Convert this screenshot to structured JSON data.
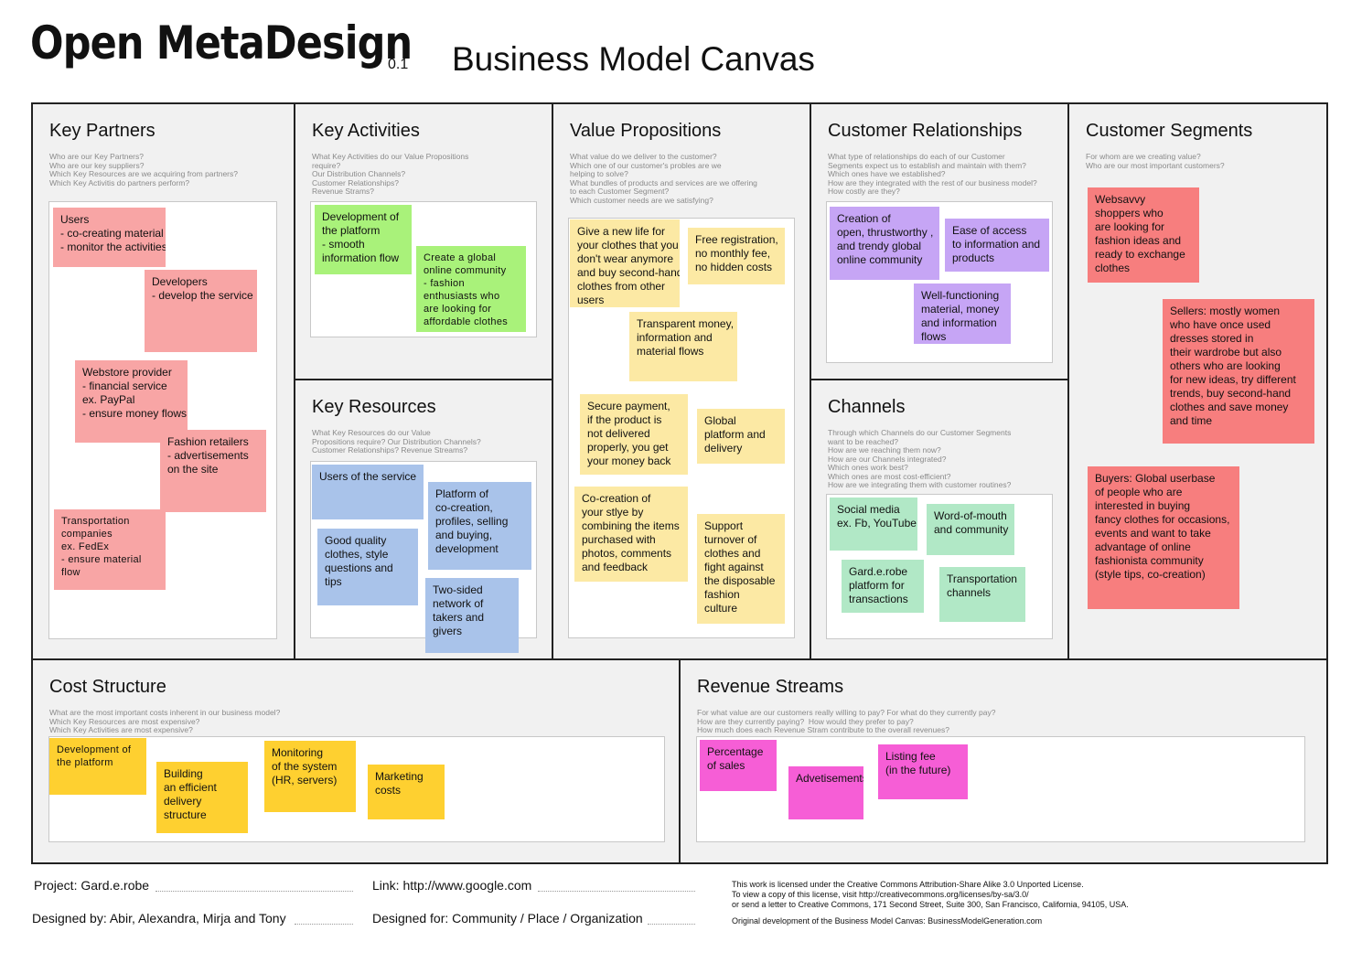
{
  "header": {
    "brand": "Open MetaDesign",
    "version": "0.1",
    "title": "Business Model Canvas"
  },
  "sections": {
    "key_partners": {
      "title": "Key Partners",
      "questions": "Who are our Key Partners?\nWho are our key suppliers?\nWhich Key Resources are we acquiring from partners?\nWhich Key Activitis do partners perform?",
      "notes": [
        "Users\n- co-creating material\n- monitor the activities",
        "Developers\n- develop the service",
        "Webstore provider\n- financial service\nex. PayPal\n- ensure money flows",
        "Fashion retailers\n- advertisements\non the site",
        "Transportation\ncompanies\nex. FedEx\n- ensure material\nflow"
      ]
    },
    "key_activities": {
      "title": "Key Activities",
      "questions": "What Key Activities do our Value Propositions\nrequire?\nOur Distribution Channels?\nCustomer Relationships?\nRevenue Strams?",
      "notes": [
        "Development of\nthe platform\n- smooth\ninformation flow",
        "Create a global\nonline community\n- fashion\nenthusiasts who\nare looking for\naffordable clothes"
      ]
    },
    "key_resources": {
      "title": "Key Resources",
      "questions": "What Key Resources do our Value\nPropositions require? Our Distribution Channels?\nCustomer Relationships? Revenue Streams?",
      "notes": [
        "Users of the service",
        "Platform of\nco-creation,\nprofiles, selling\nand buying,\ndevelopment",
        "Good quality\nclothes, style\nquestions and\ntips",
        "Two-sided\nnetwork of\ntakers and\ngivers"
      ]
    },
    "value_propositions": {
      "title": "Value Propositions",
      "questions": "What value do we deliver to the customer?\nWhich one of our customer's probles are we\nhelping to solve?\nWhat bundles of products and services are we offering\nto each Customer Segment?\nWhich customer needs are we satisfying?",
      "notes": [
        "Give a new life for\nyour clothes that you\ndon't wear anymore\nand buy second-hand\nclothes from other\nusers",
        "Free registration,\nno monthly fee,\nno hidden costs",
        "Transparent money,\ninformation and\nmaterial flows",
        "Secure payment,\nif the product is\nnot delivered\nproperly, you get\nyour money back",
        "Global\nplatform and\ndelivery",
        "Co-creation of\nyour stlye by\ncombining the items\npurchased with\nphotos, comments\nand feedback",
        "Support\nturnover of\nclothes and\nfight against\nthe disposable\nfashion\nculture"
      ]
    },
    "customer_relationships": {
      "title": "Customer Relationships",
      "questions": "What type of relationships do each of our Customer\nSegments expect us to establish and maintain with them?\nWhich ones have we established?\nHow are they integrated with the rest of our business model?\nHow costly are they?",
      "notes": [
        "Creation of\nopen, thrustworthy ,\nand trendy global\nonline community",
        "Ease of access\nto information and\nproducts",
        "Well-functioning\nmaterial, money\nand information\nflows"
      ]
    },
    "channels": {
      "title": "Channels",
      "questions": "Through which Channels do our Customer Segments\nwant to be reached?\nHow are we reaching them now?\nHow are our Channels integrated?\nWhich ones work best?\nWhich ones are most cost-efficient?\nHow are we integrating them with customer routines?",
      "notes": [
        "Social media\nex. Fb, YouTube",
        "Word-of-mouth\nand community",
        "Gard.e.robe\nplatform for\ntransactions",
        "Transportation\nchannels"
      ]
    },
    "customer_segments": {
      "title": "Customer Segments",
      "questions": "For whom are we creating value?\nWho are our most important customers?",
      "notes": [
        "Websavvy\nshoppers who\nare looking for\nfashion ideas and\nready to exchange\nclothes",
        "Sellers: mostly women\nwho have once used\ndresses stored in\ntheir wardrobe but also\nothers who are looking\nfor new ideas, try different\ntrends, buy second-hand\nclothes and save money\nand time",
        "Buyers: Global userbase\nof people who are\ninterested in buying\nfancy clothes for occasions,\nevents and want to take\nadvantage of online\nfashionista community\n(style tips, co-creation)"
      ]
    },
    "cost_structure": {
      "title": "Cost Structure",
      "questions": "What are the most important costs inherent in our business model?\nWhich Key Resources are most expensive?\nWhich Key Activities are most expensive?",
      "notes": [
        "Development of\nthe platform",
        "Building\nan efficient\ndelivery\nstructure",
        "Monitoring\nof the system\n(HR, servers)",
        "Marketing\ncosts"
      ]
    },
    "revenue_streams": {
      "title": "Revenue Streams",
      "questions": "For what value are our customers really willing to pay? For what do they currently pay?\nHow are they currently paying?  How would they prefer to pay?\nHow much does each Revenue Stram contribute to the overall revenues?",
      "notes": [
        "Percentage\nof sales",
        "Advetisements",
        "Listing fee\n(in the future)"
      ]
    }
  },
  "footer": {
    "project": "Project: Gard.e.robe",
    "designed_by": "Designed by: Abir, Alexandra, Mirja and Tony",
    "link": "Link: http://www.google.com",
    "designed_for": "Designed for: Community / Place / Organization",
    "license_lines": [
      "This work is licensed under the Creative Commons Attribution-Share Alike 3.0 Unported License.",
      "To view a copy of this license, visit http://creativecommons.org/licenses/by-sa/3.0/",
      "or send a letter to Creative Commons, 171 Second Street, Suite 300, San Francisco, California, 94105, USA."
    ],
    "original": "Original development of the Business Model Canvas: BusinessModelGeneration.com"
  },
  "colors": {
    "key_partners": "#f8a5a5",
    "key_activities": "#a9f27a",
    "key_resources": "#a9c3ea",
    "value_propositions": "#fce9a4",
    "customer_relationships": "#c6a5f5",
    "channels": "#b1e8c6",
    "customer_segments": "#f77e7e",
    "cost_structure": "#fed030",
    "revenue_streams": "#f65ed6"
  }
}
